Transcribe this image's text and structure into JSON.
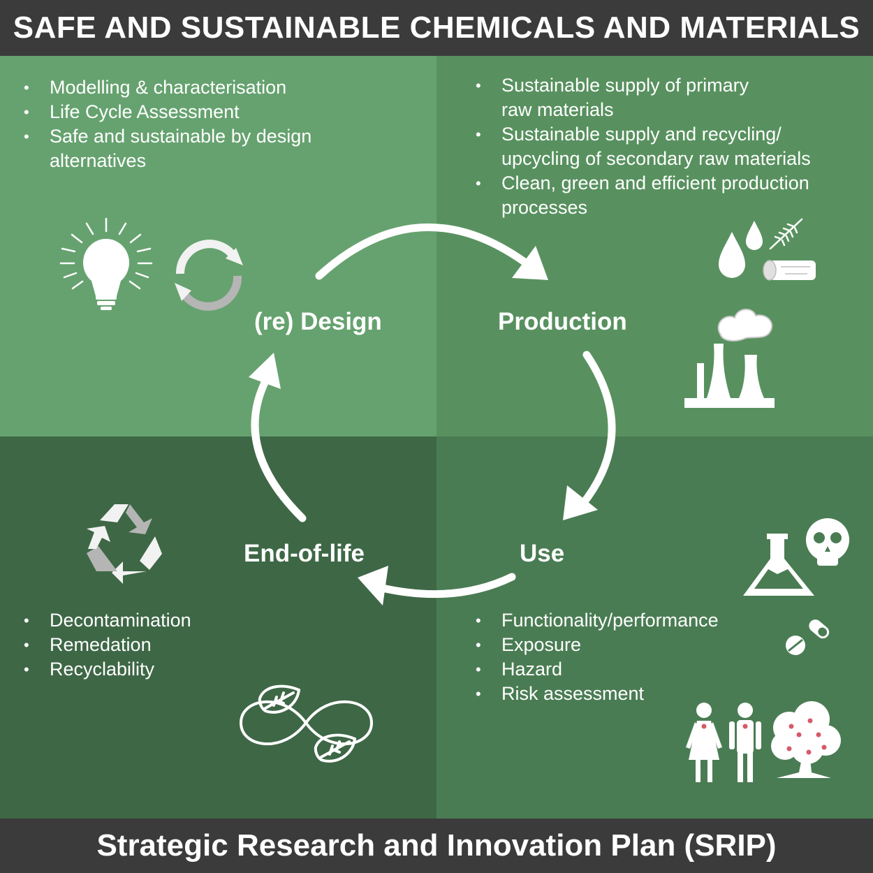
{
  "header": {
    "title": "SAFE AND SUSTAINABLE CHEMICALS AND MATERIALS"
  },
  "footer": {
    "title": "Strategic Research and Innovation Plan (SRIP)"
  },
  "quadrants": {
    "design": {
      "colour": "#66a26f",
      "bullets": [
        "Modelling & characterisation",
        "Life Cycle Assessment",
        "Safe and sustainable by design alternatives"
      ]
    },
    "production": {
      "colour": "#58915f",
      "bullets": [
        "Sustainable supply of primary raw materials",
        "Sustainable supply and recycling/ upcycling of secondary raw materials",
        "Clean, green and efficient production processes"
      ]
    },
    "end_of_life": {
      "colour": "#3e6746",
      "bullets": [
        "Decontamination",
        "Remedation",
        "Recyclability"
      ]
    },
    "use": {
      "colour": "#4a7c53",
      "bullets": [
        "Functionality/performance",
        "Exposure",
        "Hazard",
        "Risk assessment"
      ]
    }
  },
  "cycle": {
    "stages": [
      "(re) Design",
      "Production",
      "Use",
      "End-of-life"
    ]
  },
  "icons": {
    "design": [
      "lightbulb-icon",
      "refresh-icon"
    ],
    "production": [
      "water-drops-icon",
      "wheat-icon",
      "log-icon",
      "factory-cooling-tower-icon"
    ],
    "use": [
      "flask-icon",
      "skull-icon",
      "pills-icon",
      "man-woman-icon",
      "tree-icon"
    ],
    "end_of_life": [
      "recycle-icon",
      "infinity-leaves-icon"
    ]
  },
  "colors": {
    "bar": "#3b3b3b",
    "text": "#ffffff",
    "icon_light": "#f2f2f2",
    "icon_shade": "#b5b5b5",
    "dots": "#d65a6a"
  }
}
